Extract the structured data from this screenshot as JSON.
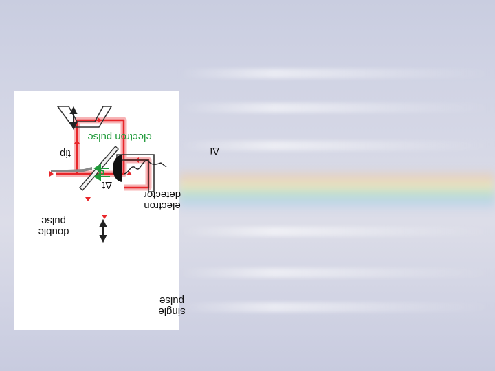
{
  "labels": {
    "single_pulse": "single\npulse",
    "double_pulse": "double\npulse",
    "electron_detector": "electron\ndetector",
    "tip": "tip",
    "electron_pulse": "electron pulse",
    "delta_t_top": "Δt",
    "delta_t_mid": "Δt"
  },
  "colors": {
    "laser_beam": "#e8262a",
    "laser_glow": "#f5a3a5",
    "electron": "#1f9a3a",
    "panel_bg": "#ffffff",
    "optics": "#222222"
  }
}
